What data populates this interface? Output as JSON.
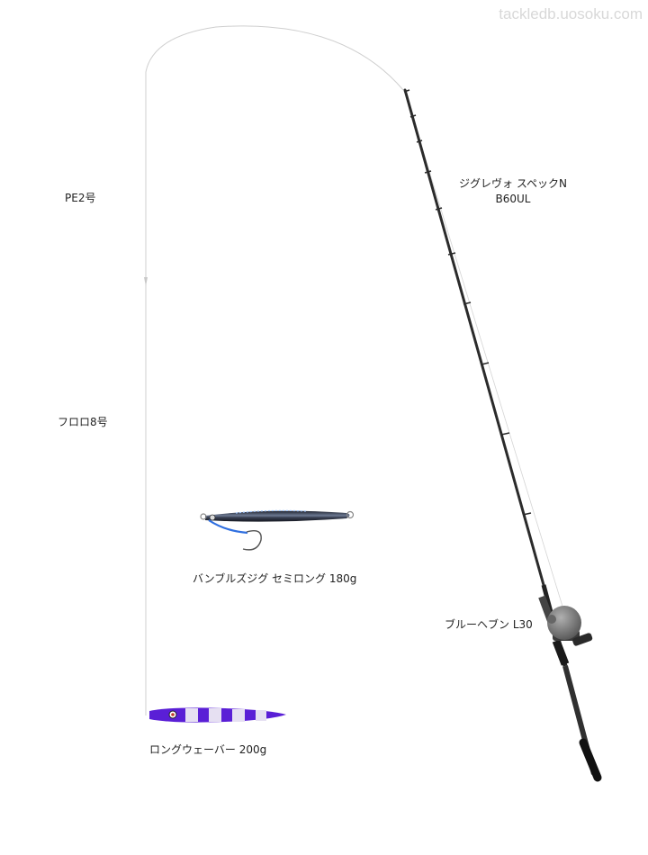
{
  "watermark": "tackledb.uosoku.com",
  "rod": {
    "name_line1": "ジグレヴォ スペックN",
    "name_line2": "B60UL"
  },
  "reel": {
    "name": "ブルーヘブン L30"
  },
  "main_line": {
    "name": "PE2号"
  },
  "leader": {
    "name": "フロロ8号"
  },
  "lure_upper": {
    "name": "バンブルズジグ セミロング 180g"
  },
  "lure_lower": {
    "name": "ロングウェーバー 200g"
  },
  "colors": {
    "line": "#cfcfcf",
    "rod": "#2b2b2b",
    "reel": "#7a7a7a",
    "jig_upper": "#4a4f5c",
    "jig_lower_purple": "#5a1fd6",
    "jig_lower_stripe": "#e6e0f2"
  }
}
